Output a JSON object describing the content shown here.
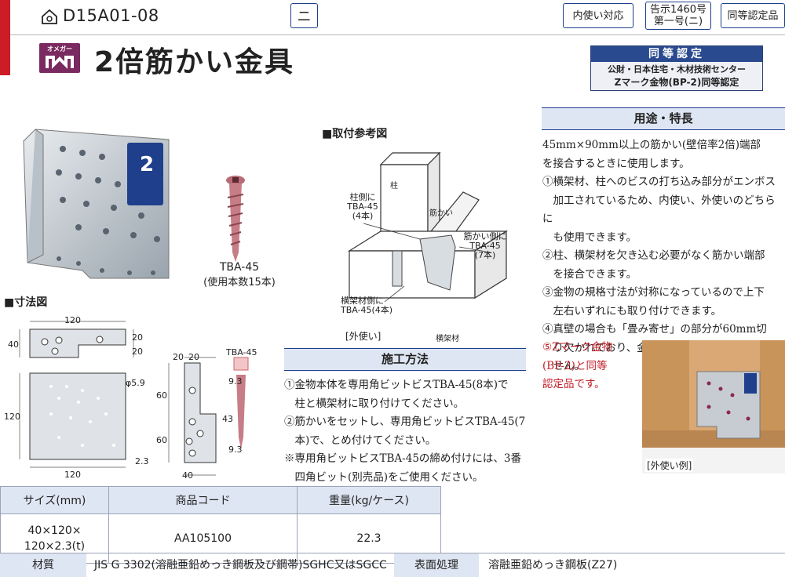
{
  "header": {
    "code": "D15A01-08",
    "category": "ニ",
    "tags": [
      "内使い対応",
      "告示1460号\n第一号(ニ)",
      "同等認定品"
    ],
    "brand": "オメガー",
    "title": "2倍筋かい金具"
  },
  "cert": {
    "heading": "同等認定",
    "line1": "公財・日本住宅・木材技術センター",
    "line2": "Zマーク金物(BP-2)同等認定"
  },
  "product": {
    "screw": "TBA-45",
    "screw_count": "(使用本数15本)"
  },
  "install_ref": {
    "heading": "■取付参考図",
    "labels": {
      "pillar": "柱",
      "brace": "筋かい",
      "beam": "横架材",
      "pillar_side": "柱側に\nTBA-45\n(4本)",
      "brace_side": "筋かい側に\nTBA-45\n(7本)",
      "beam_side": "横架材側に\nTBA-45(4本)",
      "outer": "[外使い]"
    }
  },
  "dims": {
    "heading": "■寸法図",
    "w120": "120",
    "h40": "40",
    "d20a": "20",
    "d20b": "20",
    "h120": "120",
    "phi": "φ5.9",
    "t23": "2.3",
    "bw120": "120",
    "s20a": "20",
    "s20b": "20",
    "s60a": "60",
    "s60b": "60",
    "s40": "40",
    "screw_label": "TBA-45",
    "s93a": "9.3",
    "s43": "43",
    "s93b": "9.3"
  },
  "features": {
    "heading": "用途・特長",
    "intro": [
      "45mm×90mm以上の筋かい(壁倍率2倍)端部",
      "を接合するときに使用します。"
    ],
    "items": [
      [
        "①横架材、柱へのビスの打ち込み部分がエンボス",
        "　加工されているため、内使い、外使いのどちらに",
        "　も使用できます。"
      ],
      [
        "②柱、横架材を欠き込む必要がなく筋かい端部",
        "　を接合できます。"
      ],
      [
        "③金物の規格寸法が対称になっているので上下",
        "　左右いずれにも取り付けできます。"
      ],
      [
        "④真壁の場合も「畳み寄せ」の部分が60mm切",
        "　り欠かれており、金具が露出することはありま",
        "　せん。"
      ]
    ],
    "note5": [
      "⑤Zマーク金物",
      "(BP-2)と同等",
      "認定品です。"
    ],
    "photo_caption": "[外使い例]"
  },
  "method": {
    "heading": "施工方法",
    "lines": [
      "①金物本体を専用角ビットビスTBA-45(8本)で",
      "　柱と横架材に取り付けてください。",
      "②筋かいをセットし、専用角ビットビスTBA-45(7",
      "　本)で、とめ付けてください。",
      "※専用角ビットビスTBA-45の締め付けには、3番",
      "　四角ビット(別売品)をご使用ください。"
    ]
  },
  "spec": {
    "headers": [
      "サイズ(mm)",
      "商品コード",
      "重量(kg/ケース)"
    ],
    "size": [
      "40×120×",
      "120×2.3(t)"
    ],
    "code": "AA105100",
    "weight": "22.3"
  },
  "material": {
    "label": "材質",
    "value": "JIS G 3302(溶融亜鉛めっき鋼板及び鋼帯)SGHC又はSGCC",
    "finish_label": "表面処理",
    "finish_value": "溶融亜鉛めっき鋼板(Z27)"
  },
  "colors": {
    "accent": "#1c3f8f",
    "red": "#cc1d27",
    "brand": "#7a2a60"
  }
}
